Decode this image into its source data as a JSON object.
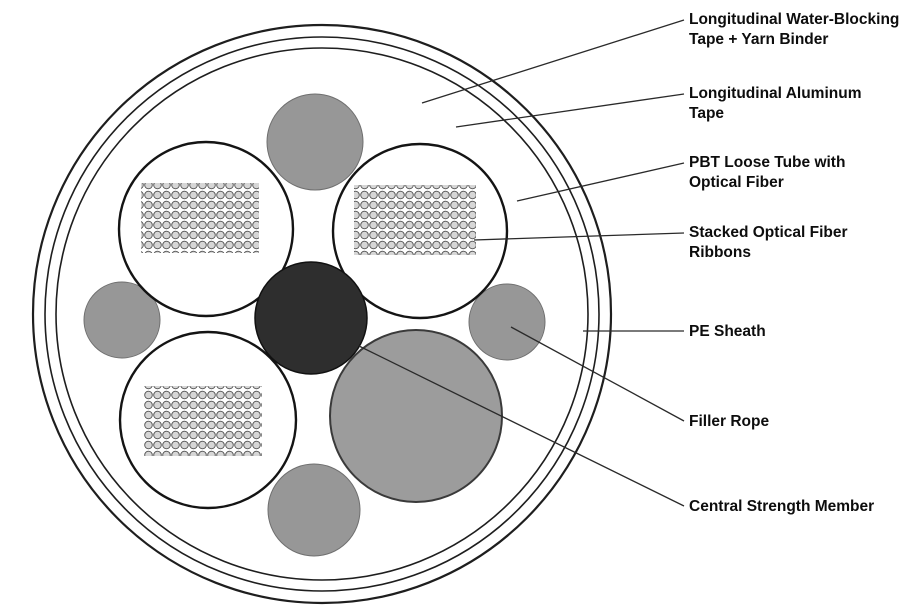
{
  "diagram": {
    "labels": [
      {
        "id": "water-blocking-tape",
        "text": "Longitudinal Water-Blocking\nTape + Yarn Binder"
      },
      {
        "id": "aluminum-tape",
        "text": "Longitudinal Aluminum\nTape"
      },
      {
        "id": "pbt-loose-tube",
        "text": "PBT Loose Tube with\nOptical Fiber"
      },
      {
        "id": "stacked-ribbons",
        "text": "Stacked Optical Fiber\nRibbons"
      },
      {
        "id": "pe-sheath",
        "text": "PE Sheath"
      },
      {
        "id": "filler-rope",
        "text": "Filler Rope"
      },
      {
        "id": "central-strength-member",
        "text": "Central Strength Member"
      }
    ],
    "colors": {
      "background": "#ffffff",
      "outline": "#1e1e1e",
      "leader_line": "#2a2a2a",
      "filler_gray": "#979797",
      "large_filler_gray": "#9c9c9c",
      "central_member": "#2e2e2e",
      "tube_fill": "#ffffff",
      "ribbon_dot_fill": "#d6d6d6",
      "ribbon_dot_stroke": "#4f4f4f"
    }
  }
}
